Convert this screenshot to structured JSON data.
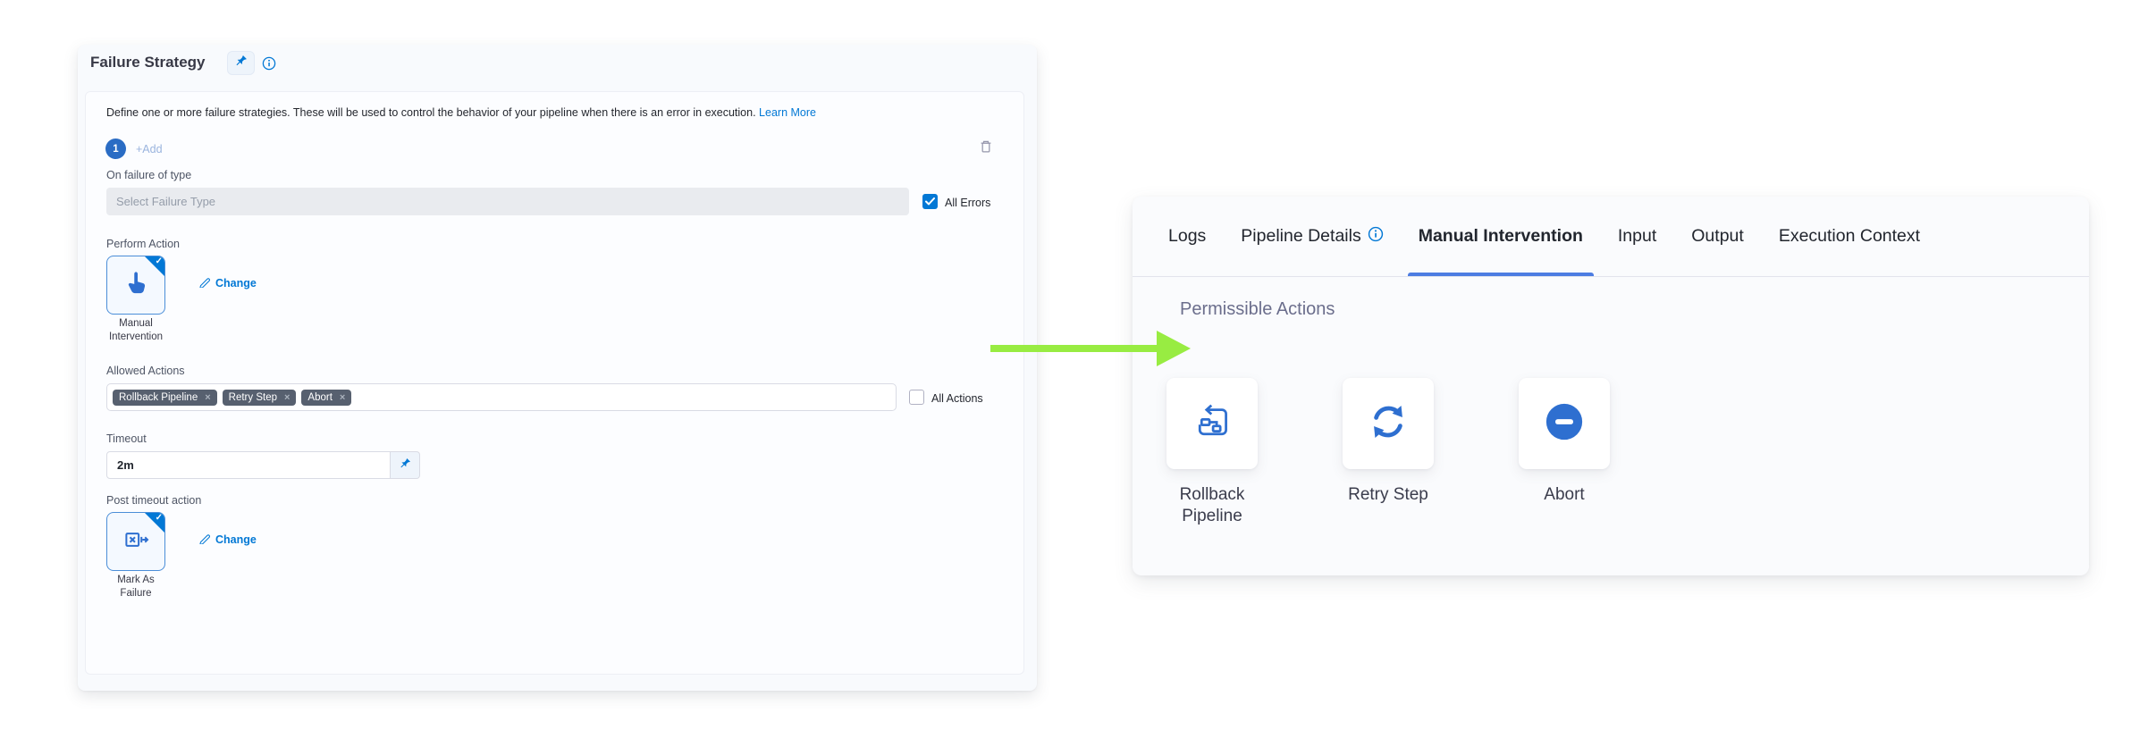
{
  "colors": {
    "accent_blue": "#0278d5",
    "icon_blue": "#2e6fd0",
    "tab_underline_blue": "#4c7ce2",
    "tag_background": "#57606f",
    "arrow_green": "#98ec42"
  },
  "failure_strategy_panel": {
    "title": "Failure Strategy",
    "description": "Define one or more failure strategies. These will be used to control the behavior of your pipeline when there is an error in execution.",
    "learn_more_label": "Learn More",
    "strategy_index": "1",
    "add_label": "+Add",
    "on_failure_label": "On failure of type",
    "failure_type_placeholder": "Select Failure Type",
    "all_errors_label": "All Errors",
    "all_errors_checked": true,
    "perform_action_label": "Perform Action",
    "perform_action_name": "Manual Intervention",
    "change_label": "Change",
    "allowed_actions_label": "Allowed Actions",
    "tags": [
      {
        "label": "Rollback Pipeline"
      },
      {
        "label": "Retry Step"
      },
      {
        "label": "Abort"
      }
    ],
    "all_actions_label": "All Actions",
    "all_actions_checked": false,
    "timeout_label": "Timeout",
    "timeout_value": "2m",
    "post_timeout_label": "Post timeout action",
    "post_timeout_action_name": "Mark As Failure"
  },
  "details_panel": {
    "tabs": [
      {
        "label": "Logs"
      },
      {
        "label": "Pipeline Details"
      },
      {
        "label": "Manual Intervention"
      },
      {
        "label": "Input"
      },
      {
        "label": "Output"
      },
      {
        "label": "Execution Context"
      }
    ],
    "active_tab": "Manual Intervention",
    "section_title": "Permissible Actions",
    "actions": [
      {
        "label": "Rollback Pipeline",
        "icon": "rollback-pipeline-icon"
      },
      {
        "label": "Retry Step",
        "icon": "retry-step-icon"
      },
      {
        "label": "Abort",
        "icon": "abort-icon"
      }
    ]
  },
  "icons": {
    "remove_tag": "×",
    "check": "✓"
  }
}
